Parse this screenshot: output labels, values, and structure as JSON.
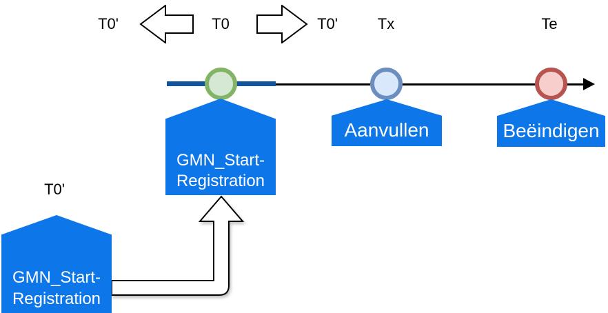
{
  "diagram": {
    "top_row": {
      "t0_prime_left": "T0'",
      "t0": "T0",
      "t0_prime_right": "T0'",
      "tx": "Tx",
      "te": "Te"
    },
    "timeline_events": {
      "start_registration": {
        "lines": [
          "GMN_Start-",
          "Registration"
        ]
      },
      "aanvullen": {
        "label": "Aanvullen"
      },
      "beeindigen": {
        "label": "Beëindigen"
      }
    },
    "detached_event": {
      "time_label": "T0'",
      "lines": [
        "GMN_Start-",
        "Registration"
      ]
    },
    "colors": {
      "shape_blue": "#0d76e8",
      "timeline_blue_segment": "#11549b",
      "timeline_black": "#000000",
      "green_marker_fill": "#d5e8d4",
      "green_marker_stroke": "#82b366",
      "blue_marker_fill": "#dae8fc",
      "blue_marker_stroke": "#6c8ebf",
      "red_marker_fill": "#f8cecc",
      "red_marker_stroke": "#b85450"
    }
  }
}
